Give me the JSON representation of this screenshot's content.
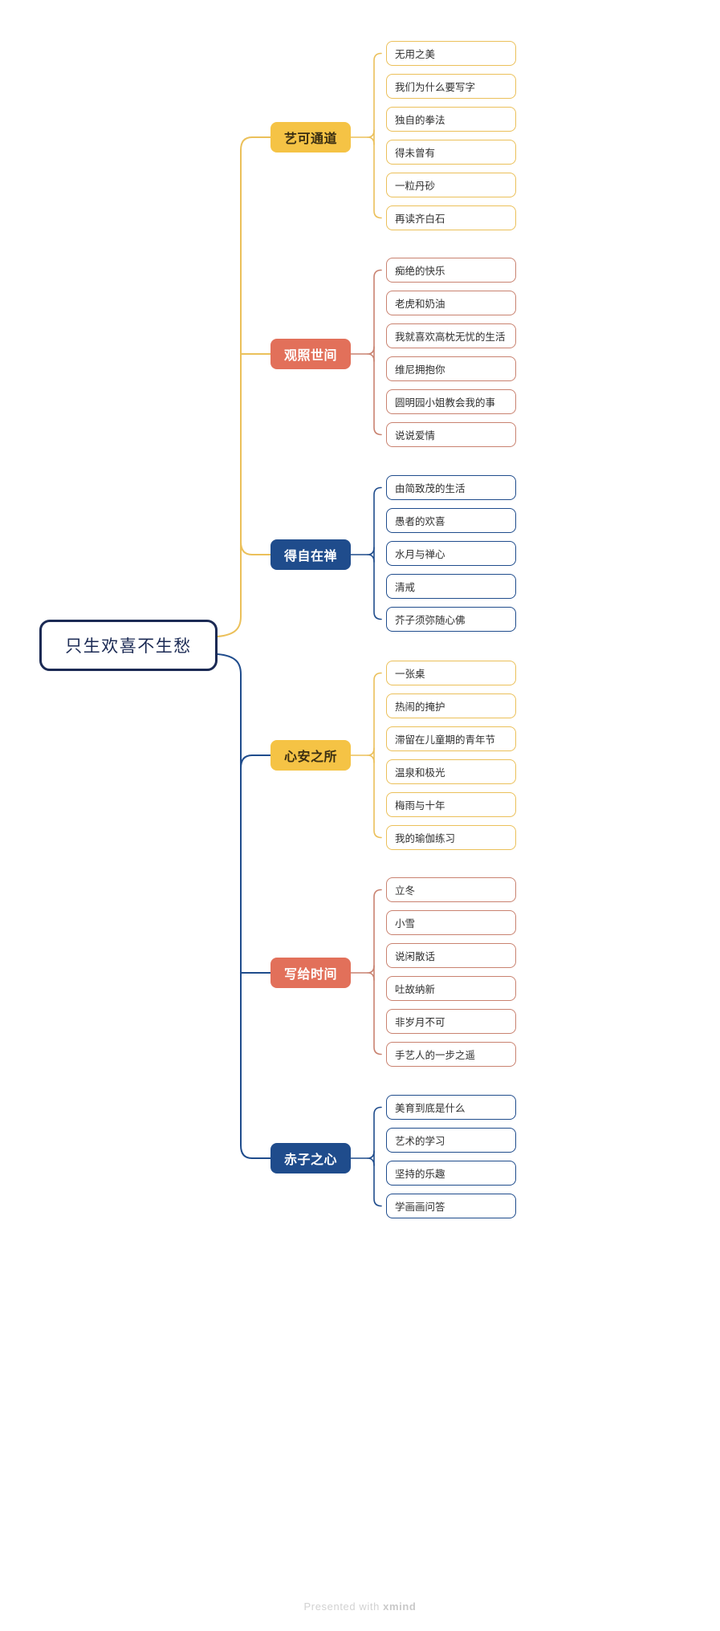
{
  "colors": {
    "yellow": "#F5C345",
    "coral": "#E2705A",
    "navy": "#1F4C8C",
    "root_border": "#1b2a54",
    "background": "#FFFFFF",
    "leaf_border_yellow": "#EBC05A",
    "leaf_border_coral": "#C98270",
    "leaf_border_navy": "#1F4C8C",
    "footer_text": "#D2D2D2"
  },
  "root": {
    "label": "只生欢喜不生愁"
  },
  "footer": {
    "prefix": "Presented with",
    "brand": "xmind"
  },
  "branches": [
    {
      "label": "艺可通道",
      "tone": "yellow",
      "children": [
        "无用之美",
        "我们为什么要写字",
        "独自的拳法",
        "得未曾有",
        "一粒丹砂",
        "再读齐白石"
      ]
    },
    {
      "label": "观照世间",
      "tone": "coral",
      "children": [
        "痴绝的快乐",
        "老虎和奶油",
        "我就喜欢高枕无忧的生活",
        "维尼拥抱你",
        "圆明园小姐教会我的事",
        "说说爱情"
      ]
    },
    {
      "label": "得自在禅",
      "tone": "navy",
      "children": [
        "由简致茂的生活",
        "愚者的欢喜",
        "水月与禅心",
        "清戒",
        "芥子须弥随心佛"
      ]
    },
    {
      "label": "心安之所",
      "tone": "yellow",
      "children": [
        "一张桌",
        "热闹的掩护",
        "滞留在儿童期的青年节",
        "温泉和极光",
        "梅雨与十年",
        "我的瑜伽练习"
      ]
    },
    {
      "label": "写给时间",
      "tone": "coral",
      "children": [
        "立冬",
        "小雪",
        "说闲散话",
        "吐故纳新",
        "非岁月不可",
        "手艺人的一步之遥"
      ]
    },
    {
      "label": "赤子之心",
      "tone": "navy",
      "children": [
        "美育到底是什么",
        "艺术的学习",
        "坚持的乐趣",
        "学画画问答"
      ]
    }
  ],
  "layout": {
    "leaf_first_top": [
      51,
      321,
      592,
      823,
      1093,
      1364
    ],
    "leaf_pitch": 41,
    "branch_top": [
      152,
      422,
      672,
      922,
      1193,
      1424
    ]
  }
}
